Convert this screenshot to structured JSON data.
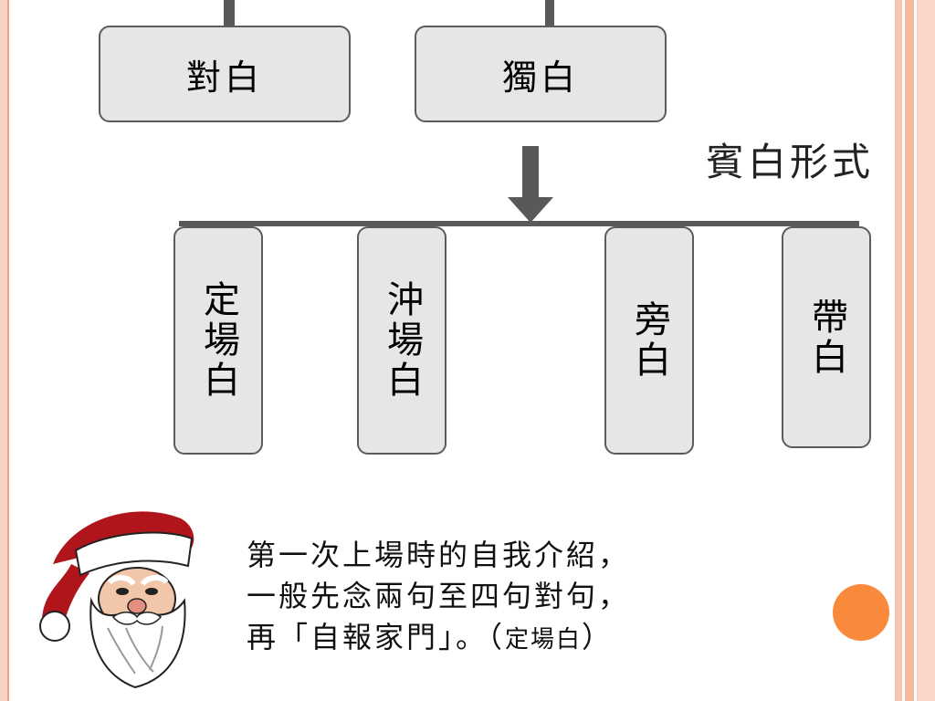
{
  "diagram": {
    "top_boxes": [
      "對白",
      "獨白"
    ],
    "heading": "賓白形式",
    "bottom_boxes": [
      "定場白",
      "沖場白",
      "旁白",
      "帶白"
    ]
  },
  "description": {
    "lines": [
      "第一次上場時的自我介紹，",
      "一般先念兩句至四句對句，",
      "再「自報家門」。（"
    ],
    "note": "定場白",
    "close": "）"
  },
  "colors": {
    "box_fill": "#e6e6e7",
    "connector": "#595959",
    "accent_dot": "#f98a3c",
    "frame_left": "#f8d3c4"
  }
}
